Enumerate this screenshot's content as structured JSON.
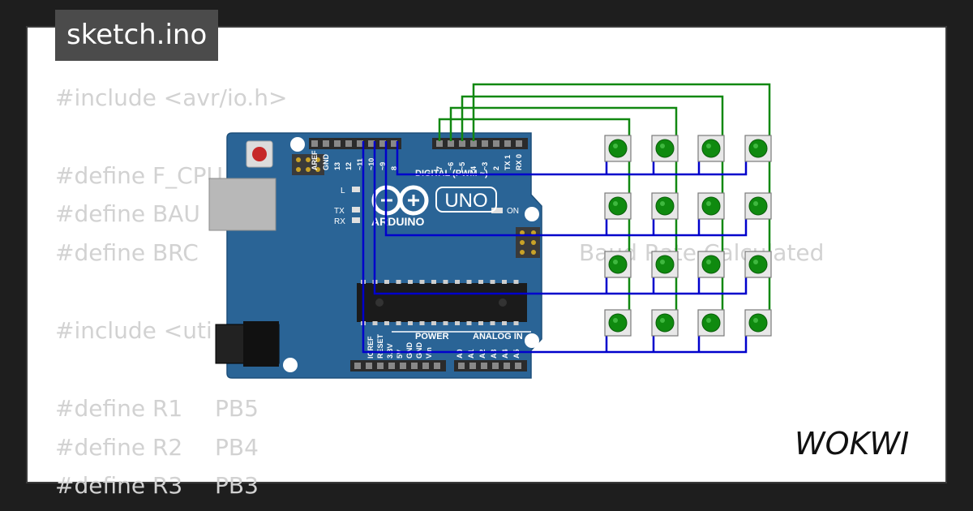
{
  "file_tab": {
    "label": "sketch.ino"
  },
  "code_lines": [
    {
      "left": "#include <avr/io.h>",
      "right": ""
    },
    {
      "left": "",
      "right": ""
    },
    {
      "left": "#define F_CPU",
      "right": ""
    },
    {
      "left": "#define BAU",
      "right": ""
    },
    {
      "left": "#define BRC",
      "right": "Baud Rate Calculated"
    },
    {
      "left": "",
      "right": ""
    },
    {
      "left": "#include <uti",
      "right": ""
    },
    {
      "left": "",
      "right": ""
    },
    {
      "left": "#define R1",
      "right": "PB5"
    },
    {
      "left": "#define R2",
      "right": "PB4"
    },
    {
      "left": "#define R3",
      "right": "PB3"
    }
  ],
  "board": {
    "model": "UNO",
    "brand": "ARDUINO",
    "header_digital": "DIGITAL (PWM ~)",
    "header_power": "POWER",
    "header_analog": "ANALOG IN",
    "led_l": "L",
    "led_tx": "TX",
    "led_rx": "RX",
    "led_on": "ON",
    "pins_top": [
      "AREF",
      "GND",
      "13",
      "12",
      "~11",
      "~10",
      "~9",
      "8",
      "7",
      "~6",
      "~5",
      "4",
      "~3",
      "2",
      "TX 1",
      "RX 0"
    ],
    "pins_bottom": [
      "IOREF",
      "RESET",
      "3.3V",
      "5V",
      "GND",
      "GND",
      "Vin",
      "A0",
      "A1",
      "A2",
      "A3",
      "A4",
      "A5"
    ]
  },
  "colors": {
    "board": "#2a6496",
    "wire_row": "#0000cc",
    "wire_col": "#118811",
    "button": "#0f8a0f"
  },
  "logo": {
    "text": "WOKWI"
  }
}
